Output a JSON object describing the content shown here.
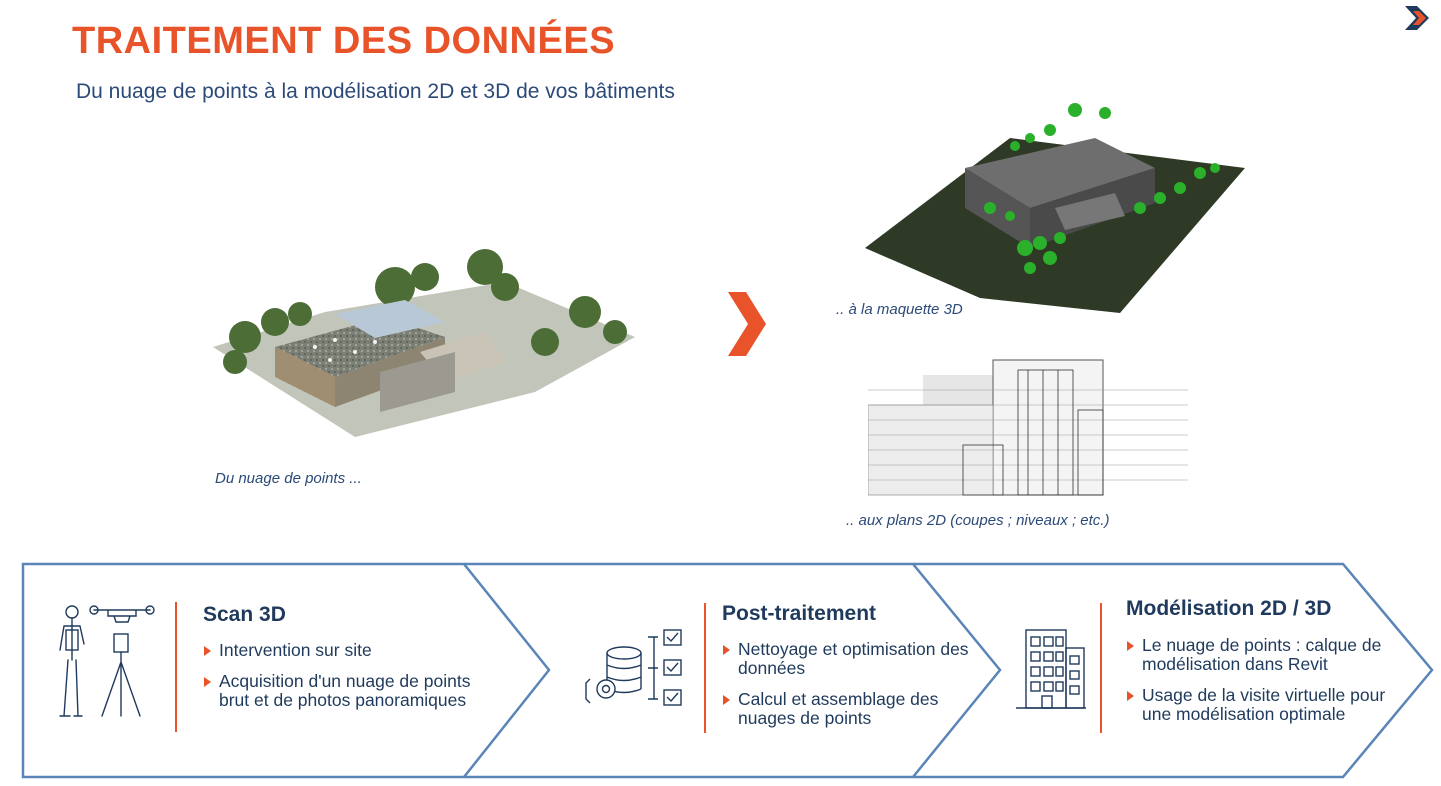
{
  "header": {
    "title": "TRAITEMENT DES DONNÉES",
    "subtitle": "Du nuage de points à la modélisation 2D et 3D de vos bâtiments"
  },
  "captions": {
    "point_cloud": "Du nuage de points ...",
    "model_3d": ".. à la maquette 3D",
    "plans_2d": ".. aux plans 2D (coupes ; niveaux ; etc.)"
  },
  "stages": [
    {
      "title": "Scan 3D",
      "icon": "surveyor-drone-scanner-icon",
      "bullets": [
        "Intervention sur site",
        "Acquisition d'un nuage de points brut et de photos panoramiques"
      ]
    },
    {
      "title": "Post-traitement",
      "icon": "database-gear-checklist-icon",
      "bullets": [
        "Nettoyage et optimisation des données",
        "Calcul et assemblage des nuages de points"
      ]
    },
    {
      "title": "Modélisation 2D / 3D",
      "icon": "building-icon",
      "bullets": [
        "Le nuage de points : calque de modélisation dans Revit",
        "Usage de la visite virtuelle pour une modélisation optimale"
      ]
    }
  ],
  "colors": {
    "accent": "#e8532a",
    "navy": "#1f3a5c",
    "chevron_border": "#5b85b8"
  }
}
